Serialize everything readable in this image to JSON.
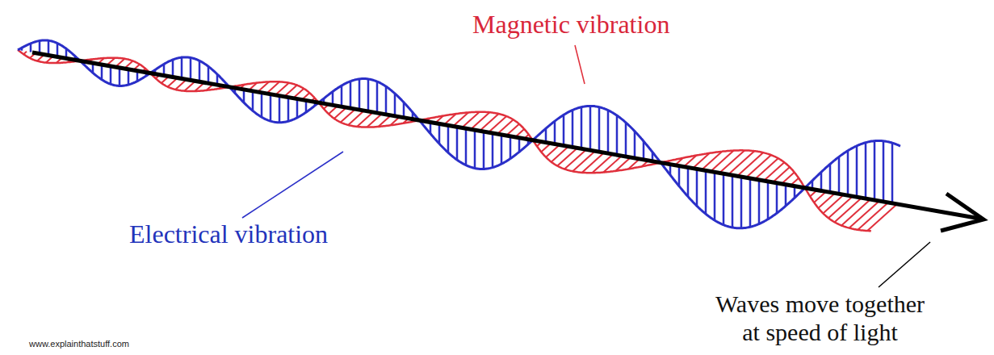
{
  "diagram": {
    "labels": [
      "Magnetic vibration",
      "Electrical vibration",
      "Waves move together at speed of light",
      "www.explainthatstuff.com"
    ]
  }
}
